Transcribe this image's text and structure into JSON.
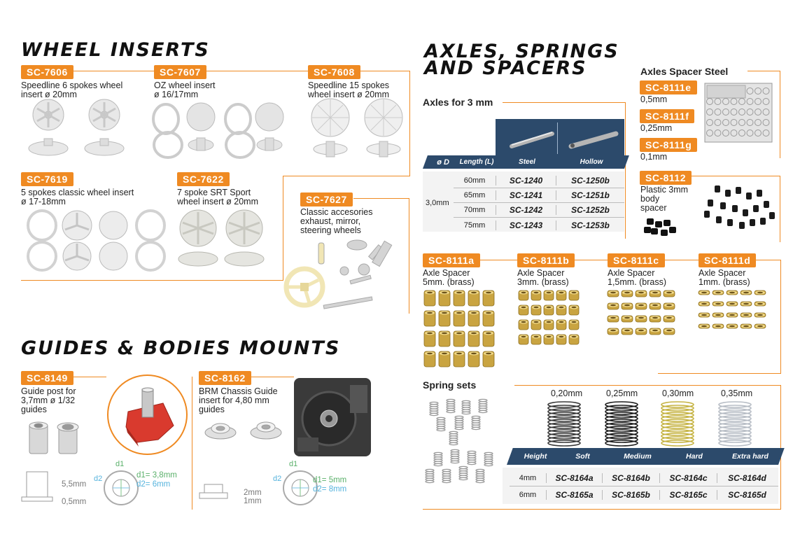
{
  "wheel_inserts": {
    "title": "WHEEL INSERTS",
    "items": [
      {
        "code": "SC-7606",
        "desc": [
          "Speedline 6 spokes wheel",
          "insert ø 20mm"
        ]
      },
      {
        "code": "SC-7607",
        "desc": [
          "OZ wheel insert",
          "ø 16/17mm"
        ]
      },
      {
        "code": "SC-7608",
        "desc": [
          "Speedline 15 spokes",
          "wheel insert ø 20mm"
        ]
      },
      {
        "code": "SC-7619",
        "desc": [
          "5 spokes classic wheel insert",
          "ø 17-18mm"
        ]
      },
      {
        "code": "SC-7622",
        "desc": [
          "7 spoke SRT Sport",
          "wheel insert ø 20mm"
        ]
      },
      {
        "code": "SC-7627",
        "desc": [
          "Classic accesories",
          "exhaust, mirror,",
          "steering wheels"
        ]
      }
    ]
  },
  "guides": {
    "title": "GUIDES & BODIES MOUNTS",
    "items": [
      {
        "code": "SC-8149",
        "desc": [
          "Guide post for",
          "3,7mm ø 1/32",
          "guides"
        ],
        "dims": {
          "h1": "5,5mm",
          "h2": "0,5mm",
          "d1": "d1",
          "d2": "d2",
          "d1v": "d1= 3,8mm",
          "d2v": "d2= 6mm"
        }
      },
      {
        "code": "SC-8162",
        "desc": [
          "BRM Chassis Guide",
          "insert for 4,80 mm",
          "guides"
        ],
        "dims": {
          "h1": "2mm",
          "h2": "1mm",
          "d1": "d1",
          "d2": "d2",
          "d1v": "d1= 5mm",
          "d2v": "d2= 8mm"
        }
      }
    ]
  },
  "axles": {
    "title_line1": "AXLES, SPRINGS",
    "title_line2": "AND SPACERS",
    "axles3": {
      "subtitle": "Axles for 3 mm",
      "headers": [
        "ø D",
        "Length (L)",
        "Steel",
        "Hollow"
      ],
      "diameter": "3,0mm",
      "rows": [
        {
          "len": "60mm",
          "steel": "SC-1240",
          "hollow": "SC-1250b"
        },
        {
          "len": "65mm",
          "steel": "SC-1241",
          "hollow": "SC-1251b"
        },
        {
          "len": "70mm",
          "steel": "SC-1242",
          "hollow": "SC-1252b"
        },
        {
          "len": "75mm",
          "steel": "SC-1243",
          "hollow": "SC-1253b"
        }
      ]
    },
    "steel_spacer": {
      "subtitle": "Axles Spacer Steel",
      "items": [
        {
          "code": "SC-8111e",
          "size": "0,5mm"
        },
        {
          "code": "SC-8111f",
          "size": "0,25mm"
        },
        {
          "code": "SC-8111g",
          "size": "0,1mm"
        }
      ]
    },
    "plastic": {
      "code": "SC-8112",
      "desc": [
        "Plastic 3mm",
        "body",
        "spacer"
      ]
    },
    "brass": [
      {
        "code": "SC-8111a",
        "desc": [
          "Axle Spacer",
          "5mm. (brass)"
        ]
      },
      {
        "code": "SC-8111b",
        "desc": [
          "Axle Spacer",
          "3mm. (brass)"
        ]
      },
      {
        "code": "SC-8111c",
        "desc": [
          "Axle Spacer",
          "1,5mm. (brass)"
        ]
      },
      {
        "code": "SC-8111d",
        "desc": [
          "Axle Spacer",
          "1mm. (brass)"
        ]
      }
    ],
    "springs": {
      "subtitle": "Spring sets",
      "wires": [
        "0,20mm",
        "0,25mm",
        "0,30mm",
        "0,35mm"
      ],
      "headers": [
        "Height",
        "Soft",
        "Medium",
        "Hard",
        "Extra hard"
      ],
      "rows": [
        {
          "height": "4mm",
          "codes": [
            "SC-8164a",
            "SC-8164b",
            "SC-8164c",
            "SC-8164d"
          ]
        },
        {
          "height": "6mm",
          "codes": [
            "SC-8165a",
            "SC-8165b",
            "SC-8165c",
            "SC-8165d"
          ]
        }
      ]
    }
  },
  "colors": {
    "accent": "#ef8a22",
    "navy": "#2c4a6b",
    "brass": "#c9a441"
  }
}
